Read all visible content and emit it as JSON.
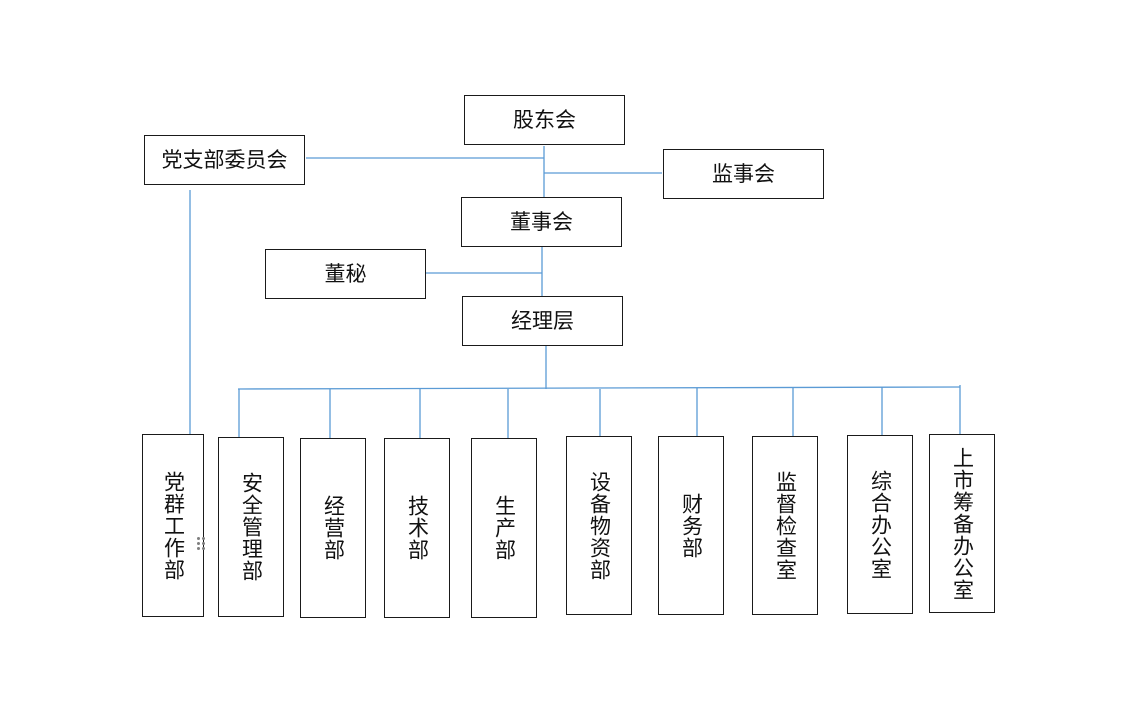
{
  "nodes": {
    "shareholders": "股东会",
    "party_committee": "党支部委员会",
    "supervisory_board": "监事会",
    "board_of_directors": "董事会",
    "board_secretary": "董秘",
    "management": "经理层",
    "departments": [
      "党群工作部",
      "安全管理部",
      "经营部",
      "技术部",
      "生产部",
      "设备物资部",
      "财务部",
      "监督检查室",
      "综合办公室",
      "上市筹备办公室"
    ]
  },
  "colors": {
    "connector": "#5b9bd5",
    "box_border": "#1a1a1a",
    "text": "#111111"
  },
  "icons": {
    "drag_handle": "drag-handle-icon"
  }
}
